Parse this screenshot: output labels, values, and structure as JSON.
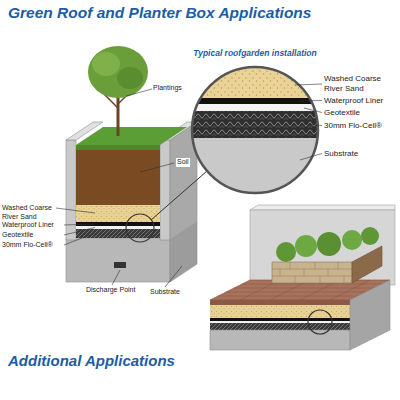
{
  "diagram": {
    "title": "Green Roof and Planter Box Applications",
    "nodes": [
      {
        "text": [
          "Typical roofgarden installation"
        ]
      }
    ],
    "labels": [
      "Plantings",
      "Soil",
      "Washed Coarse River Sand",
      "Waterproof Liner",
      "Geotextile",
      "30mm Flo-Cell®",
      "Discharge Point",
      "Substrate",
      "Washed Coarse River Sand",
      "Waterproof Liner",
      "Geotextile",
      "30mm Flo-Cell®",
      "Substrate",
      "Additional Applications"
    ]
  }
}
